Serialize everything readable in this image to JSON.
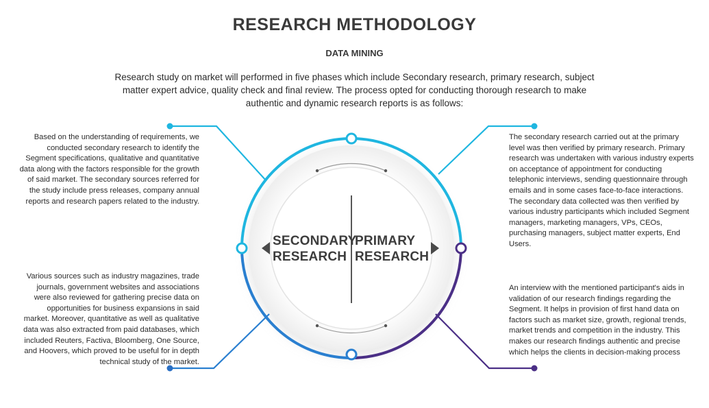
{
  "header": {
    "title": "RESEARCH METHODOLOGY",
    "subtitle": "DATA MINING",
    "intro": "Research study on market will performed in five phases which include Secondary research, primary research, subject matter expert advice, quality check and final review. The process opted for conducting thorough research to make authentic and dynamic research reports is as follows:"
  },
  "center": {
    "left_label_line1": "SECONDARY",
    "left_label_line2": "RESEARCH",
    "right_label_line1": "PRIMARY",
    "right_label_line2": "RESEARCH"
  },
  "panels": {
    "top_left": "Based on the understanding of requirements, we conducted secondary research to identify the Segment specifications, qualitative and quantitative data along with the factors responsible for the growth of said market. The secondary sources referred for the study include press releases, company annual reports and research papers related to the industry.",
    "top_right": "The secondary research carried out at the primary level was then verified by primary research. Primary research was undertaken with various industry experts on acceptance of appointment for conducting telephonic interviews, sending questionnaire through emails and in some cases face-to-face interactions. The secondary data collected was then verified by various industry participants which included Segment managers, marketing managers, VPs, CEOs, purchasing managers, subject matter experts, End Users.",
    "bottom_left": "Various sources such as industry magazines, trade journals, government websites and associations were also reviewed for gathering precise data on opportunities for business expansions in said market. Moreover, quantitative as well as qualitative data was also extracted from paid databases, which included Reuters, Factiva, Bloomberg, One Source, and Hoovers, which proved to be useful for in depth technical study of the market.",
    "bottom_right": "An interview with the mentioned participant's aids in validation of our research findings regarding the Segment. It helps in provision of first hand data on factors such as market size, growth, regional trends, market trends and competition in the industry. This makes our research findings authentic and precise which helps the clients in decision-making process"
  },
  "colors": {
    "cyan": "#1fb6e0",
    "blue": "#2a6fc4",
    "purple": "#4b2f86",
    "text": "#2b2b2b"
  }
}
